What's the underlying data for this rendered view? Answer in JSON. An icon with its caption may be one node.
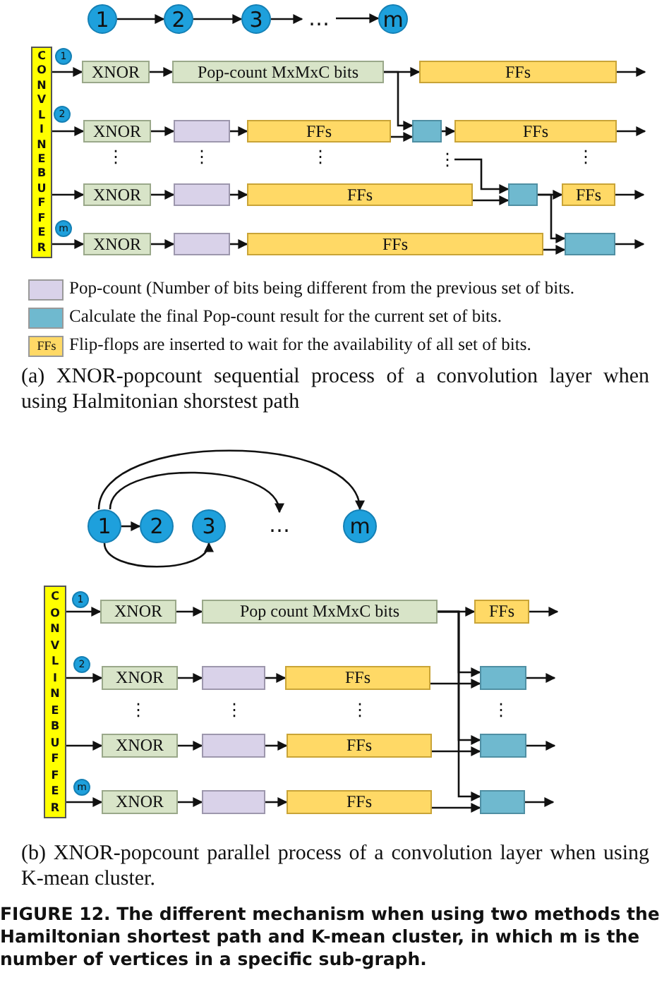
{
  "diagram": {
    "caption": "FIGURE 12. The different mechanism when using two methods the Hamiltonian shortest path and K-mean cluster, in which m is the number of vertices in a specific sub-graph.",
    "nodes": [
      {
        "text": [
          "1"
        ]
      },
      {
        "text": [
          "2"
        ]
      },
      {
        "text": [
          "3"
        ]
      },
      {
        "text": [
          "m"
        ]
      },
      {
        "text": [
          "CONVLINEBUFFER"
        ]
      },
      {
        "text": [
          "1"
        ]
      },
      {
        "text": [
          "2"
        ]
      },
      {
        "text": [
          "m"
        ]
      },
      {
        "text": [
          "XNOR"
        ]
      },
      {
        "text": [
          "Pop-count MxMxC bits"
        ]
      },
      {
        "text": [
          "FFs"
        ]
      },
      {
        "text": [
          "XNOR"
        ]
      },
      {
        "text": [],
        "shape": "box"
      },
      {
        "text": [
          "FFs"
        ]
      },
      {
        "text": [],
        "shape": "box"
      },
      {
        "text": [
          "FFs"
        ]
      },
      {
        "text": [
          "XNOR"
        ]
      },
      {
        "text": [],
        "shape": "box"
      },
      {
        "text": [
          "FFs"
        ]
      },
      {
        "text": [],
        "shape": "box"
      },
      {
        "text": [
          "FFs"
        ]
      },
      {
        "text": [
          "XNOR"
        ]
      },
      {
        "text": [],
        "shape": "box"
      },
      {
        "text": [
          "FFs"
        ]
      },
      {
        "text": [],
        "shape": "box"
      },
      {
        "text": [
          "1"
        ]
      },
      {
        "text": [
          "2"
        ]
      },
      {
        "text": [
          "3"
        ]
      },
      {
        "text": [
          "m"
        ]
      },
      {
        "text": [
          "CONVLINEBUFFER"
        ]
      },
      {
        "text": [
          "1"
        ]
      },
      {
        "text": [
          "2"
        ]
      },
      {
        "text": [
          "m"
        ]
      },
      {
        "text": [
          "XNOR"
        ]
      },
      {
        "text": [
          "Pop count MxMxC bits"
        ]
      },
      {
        "text": [
          "FFs"
        ]
      },
      {
        "text": [
          "XNOR"
        ]
      },
      {
        "text": [],
        "shape": "box"
      },
      {
        "text": [
          "FFs"
        ]
      },
      {
        "text": [],
        "shape": "box"
      },
      {
        "text": [
          "XNOR"
        ]
      },
      {
        "text": [],
        "shape": "box"
      },
      {
        "text": [
          "FFs"
        ]
      },
      {
        "text": [],
        "shape": "box"
      },
      {
        "text": [
          "XNOR"
        ]
      },
      {
        "text": [],
        "shape": "box"
      },
      {
        "text": [
          "FFs"
        ]
      },
      {
        "text": [],
        "shape": "box"
      },
      {
        "text": [
          "…"
        ]
      },
      {
        "text": [
          "…"
        ]
      },
      {
        "text": [
          "⋮"
        ]
      }
    ],
    "edges": [
      {
        "from": 0,
        "to": 1,
        "arrow": "to"
      },
      {
        "from": 1,
        "to": 2,
        "arrow": "to"
      },
      {
        "from": 2,
        "to": 48,
        "arrow": "to"
      },
      {
        "from": 48,
        "to": 3,
        "arrow": "to"
      },
      {
        "from": 4,
        "to": 8,
        "arrow": "to"
      },
      {
        "from": 8,
        "to": 9,
        "arrow": "to"
      },
      {
        "from": 9,
        "to": 10,
        "arrow": "to"
      },
      {
        "from": 10,
        "to": null,
        "arrow": "to"
      },
      {
        "from": 4,
        "to": 11,
        "arrow": "to"
      },
      {
        "from": 11,
        "to": 12,
        "arrow": "to"
      },
      {
        "from": 12,
        "to": 13,
        "arrow": "to"
      },
      {
        "from": 13,
        "to": 14,
        "arrow": "to"
      },
      {
        "from": 9,
        "to": 14,
        "arrow": "to"
      },
      {
        "from": 14,
        "to": 15,
        "arrow": "to"
      },
      {
        "from": 15,
        "to": null,
        "arrow": "to"
      },
      {
        "from": 4,
        "to": 16,
        "arrow": "to"
      },
      {
        "from": 16,
        "to": 17,
        "arrow": "to"
      },
      {
        "from": 17,
        "to": 18,
        "arrow": "to"
      },
      {
        "from": 18,
        "to": 19,
        "arrow": "to"
      },
      {
        "from": 50,
        "to": 19,
        "arrow": "to"
      },
      {
        "from": 19,
        "to": 20,
        "arrow": "to"
      },
      {
        "from": 20,
        "to": null,
        "arrow": "to"
      },
      {
        "from": 4,
        "to": 21,
        "arrow": "to"
      },
      {
        "from": 21,
        "to": 22,
        "arrow": "to"
      },
      {
        "from": 22,
        "to": 23,
        "arrow": "to"
      },
      {
        "from": 23,
        "to": 24,
        "arrow": "to"
      },
      {
        "from": 19,
        "to": 24,
        "arrow": "to"
      },
      {
        "from": 24,
        "to": null,
        "arrow": "to"
      },
      {
        "from": 25,
        "to": 26,
        "arrow": "to"
      },
      {
        "from": 25,
        "to": 27,
        "arrow": "to"
      },
      {
        "from": 25,
        "to": 49,
        "arrow": "to"
      },
      {
        "from": 25,
        "to": 28,
        "arrow": "to"
      },
      {
        "from": 29,
        "to": 33,
        "arrow": "to"
      },
      {
        "from": 33,
        "to": 34,
        "arrow": "to"
      },
      {
        "from": 34,
        "to": 35,
        "arrow": "to"
      },
      {
        "from": 35,
        "to": null,
        "arrow": "to"
      },
      {
        "from": 34,
        "to": 39,
        "arrow": "to"
      },
      {
        "from": 34,
        "to": 43,
        "arrow": "to"
      },
      {
        "from": 34,
        "to": 47,
        "arrow": "to"
      },
      {
        "from": 29,
        "to": 36,
        "arrow": "to"
      },
      {
        "from": 36,
        "to": 37,
        "arrow": "to"
      },
      {
        "from": 37,
        "to": 38,
        "arrow": "to"
      },
      {
        "from": 38,
        "to": 39,
        "arrow": "to"
      },
      {
        "from": 39,
        "to": null,
        "arrow": "to"
      },
      {
        "from": 29,
        "to": 40,
        "arrow": "to"
      },
      {
        "from": 40,
        "to": 41,
        "arrow": "to"
      },
      {
        "from": 41,
        "to": 42,
        "arrow": "to"
      },
      {
        "from": 42,
        "to": 43,
        "arrow": "to"
      },
      {
        "from": 43,
        "to": null,
        "arrow": "to"
      },
      {
        "from": 29,
        "to": 44,
        "arrow": "to"
      },
      {
        "from": 44,
        "to": 45,
        "arrow": "to"
      },
      {
        "from": 45,
        "to": 46,
        "arrow": "to"
      },
      {
        "from": 46,
        "to": 47,
        "arrow": "to"
      },
      {
        "from": 47,
        "to": null,
        "arrow": "to"
      }
    ],
    "labels": [
      "⋮",
      "⋮",
      "⋮",
      "⋮",
      "FFs",
      "(a) XNOR-popcount sequential process of a convolution layer when using Halmitonian shorstest path",
      "⋮",
      "⋮",
      "⋮",
      "⋮",
      "(b) XNOR-popcount parallel process of a convolution layer when using K-mean cluster."
    ],
    "legend": [
      {
        "text": "Pop-count (Number of bits being different from the previous set of bits.",
        "color": "#d9d2e9"
      },
      {
        "text": "Calculate the final Pop-count result for the current set of bits.",
        "color": "#6fb9cf"
      },
      {
        "text": "Flip-flops are inserted to wait for the availability of all set of bits.",
        "color": "#ffd966"
      }
    ]
  }
}
